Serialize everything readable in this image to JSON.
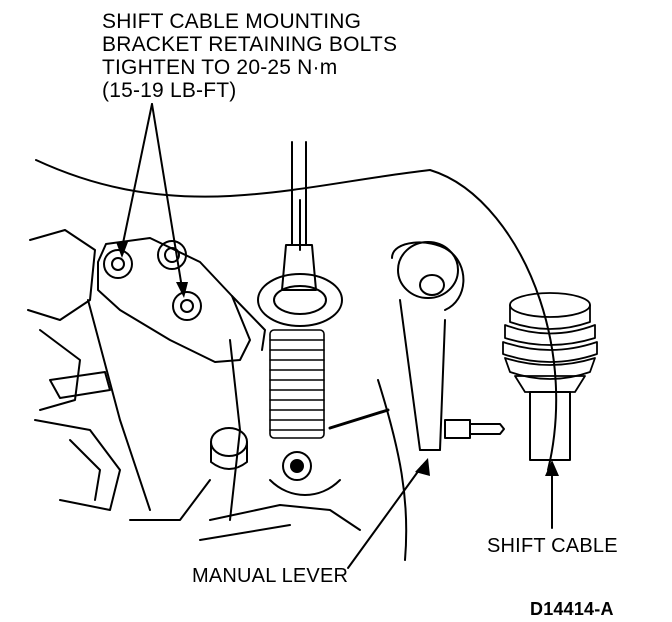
{
  "callout": {
    "line1": "SHIFT CABLE MOUNTING",
    "line2": "BRACKET RETAINING BOLTS",
    "line3": "TIGHTEN TO 20-25 N·m",
    "line4": "(15-19 LB-FT)"
  },
  "labels": {
    "manual_lever": "MANUAL LEVER",
    "shift_cable": "SHIFT CABLE",
    "figure_code": "D14414-A"
  },
  "colors": {
    "ink": "#000000",
    "paper": "#ffffff"
  }
}
